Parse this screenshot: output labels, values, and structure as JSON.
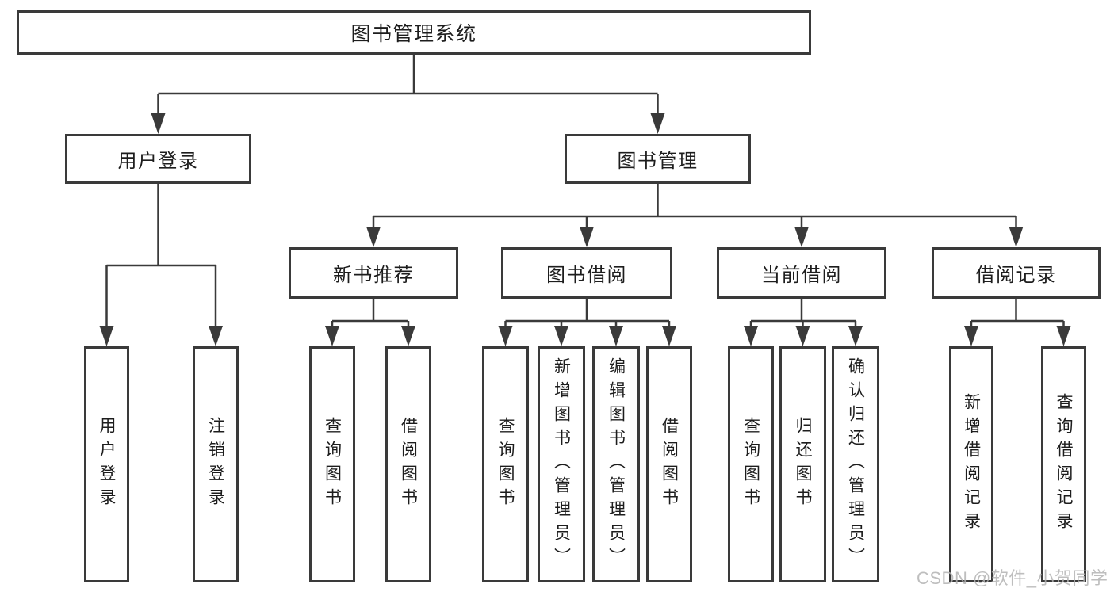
{
  "nodes": {
    "root": {
      "label": "图书管理系统"
    },
    "user_login": {
      "label": "用户登录"
    },
    "book_management": {
      "label": "图书管理"
    },
    "new_book_recommend": {
      "label": "新书推荐"
    },
    "book_borrowing": {
      "label": "图书借阅"
    },
    "current_borrowing": {
      "label": "当前借阅"
    },
    "borrowing_records": {
      "label": "借阅记录"
    },
    "leaf_user_login": {
      "label": "用户登录"
    },
    "leaf_logout": {
      "label": "注销登录"
    },
    "rec_query_books": {
      "label": "查询图书"
    },
    "rec_borrow_books": {
      "label": "借阅图书"
    },
    "bb_query_books": {
      "label": "查询图书"
    },
    "bb_add_books_admin": {
      "label": "新增图书（管理员）"
    },
    "bb_edit_books_admin": {
      "label": "编辑图书（管理员）"
    },
    "bb_borrow_books": {
      "label": "借阅图书"
    },
    "cb_query_books": {
      "label": "查询图书"
    },
    "cb_return_books": {
      "label": "归还图书"
    },
    "cb_confirm_return_admin": {
      "label": "确认归还（管理员）"
    },
    "br_add_record": {
      "label": "新增借阅记录"
    },
    "br_query_record": {
      "label": "查询借阅记录"
    }
  },
  "watermark": "CSDN @软件_小贺同学",
  "colors": {
    "line": "#3a3a3a",
    "text": "#1d1d1d",
    "watermark": "#b3b3b3",
    "background": "#ffffff"
  }
}
